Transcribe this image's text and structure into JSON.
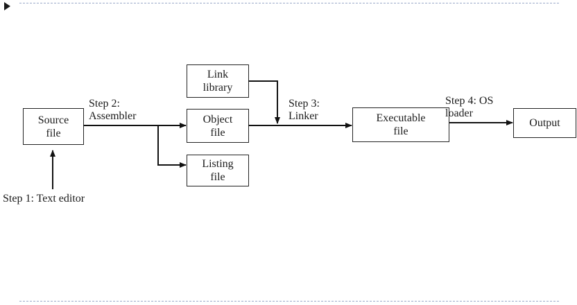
{
  "boxes": {
    "source": [
      "Source",
      "file"
    ],
    "object": [
      "Object",
      "file"
    ],
    "link_library": [
      "Link",
      "library"
    ],
    "listing": [
      "Listing",
      "file"
    ],
    "executable": [
      "Executable",
      "file"
    ],
    "output": [
      "Output"
    ]
  },
  "steps": {
    "step1": "Step 1: Text editor",
    "step2": [
      "Step 2:",
      "Assembler"
    ],
    "step3": [
      "Step 3:",
      "Linker"
    ],
    "step4": [
      "Step 4: OS",
      "loader"
    ]
  }
}
